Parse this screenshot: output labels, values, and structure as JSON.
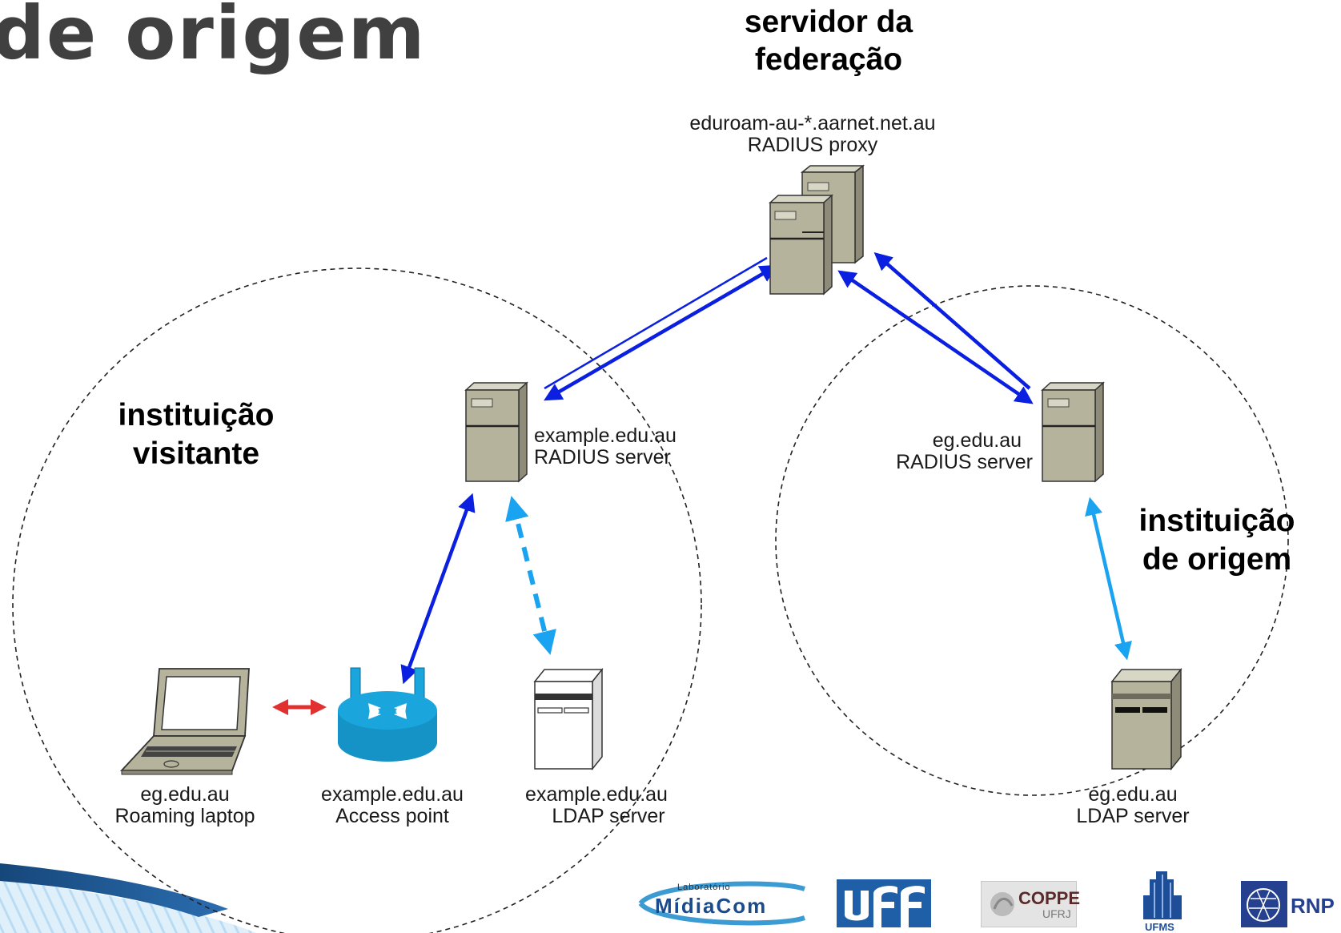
{
  "slide": {
    "title": "de origem"
  },
  "headings": {
    "federation": [
      "servidor da",
      "federação"
    ],
    "visiting": [
      "instituição",
      "visitante"
    ],
    "home": [
      "instituição",
      "de origem"
    ]
  },
  "nodes": {
    "proxy": [
      "eduroam-au-*.aarnet.net.au",
      "RADIUS proxy"
    ],
    "visit_radius": [
      "example.edu.au",
      "RADIUS server"
    ],
    "home_radius": [
      "eg.edu.au",
      "RADIUS server"
    ],
    "laptop": [
      "eg.edu.au",
      "Roaming laptop"
    ],
    "access_point": [
      "example.edu.au",
      "Access point"
    ],
    "visit_ldap": [
      "example.edu.au",
      "LDAP server"
    ],
    "home_ldap": [
      "eg.edu.au",
      "LDAP server"
    ]
  },
  "logos": {
    "midiacom_small": "Laboratório",
    "midiacom": "MídiaCom",
    "uff": "uff",
    "coppe": "COPPE",
    "coppe_sub": "UFRJ",
    "ufms": "UFMS",
    "rnp": "RNP"
  },
  "colors": {
    "radius_link": "#0a1fe0",
    "ldap_link": "#1aa3f0",
    "wifi_link": "#e03030",
    "server_body": "#b5b39c",
    "access_point": "#1aa6dd",
    "slide_band": "#1f5d99"
  }
}
